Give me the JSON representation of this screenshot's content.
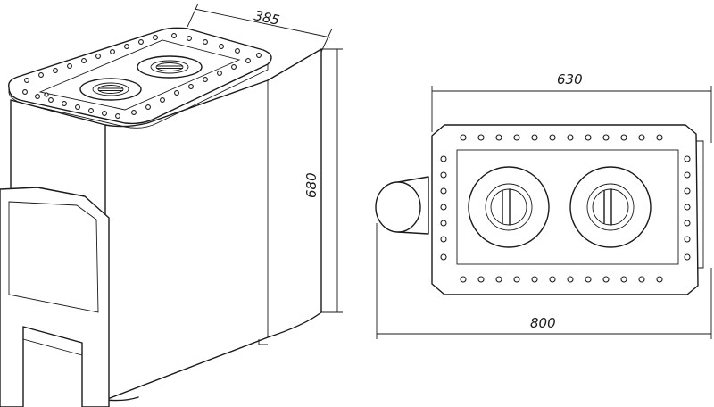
{
  "dimensions": {
    "depth": "385",
    "height": "680",
    "top_width": "630",
    "overall_width": "800"
  }
}
